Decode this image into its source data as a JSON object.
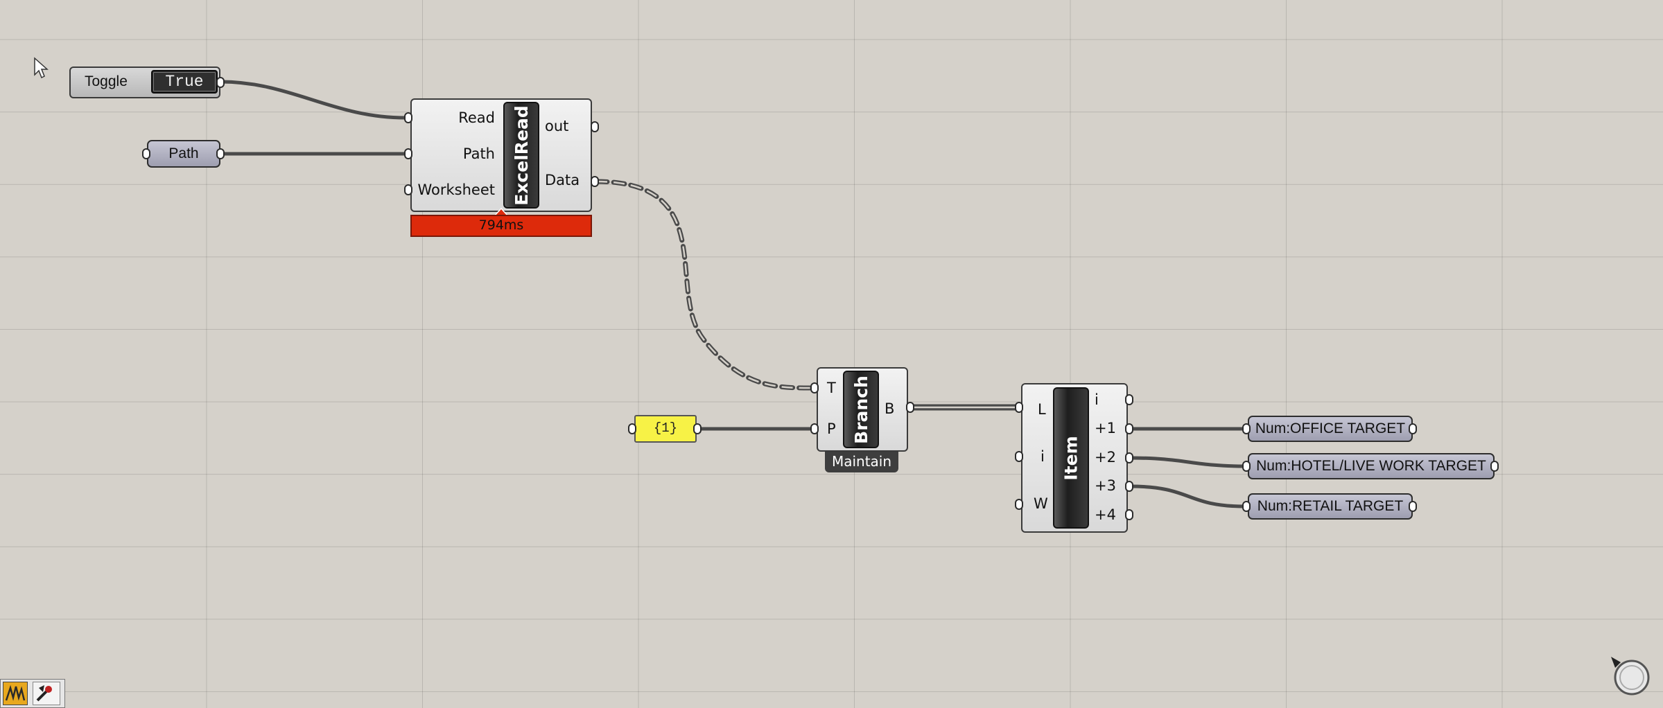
{
  "canvas": {
    "background": "#d5d1ca",
    "grid_color": "#bcb8b1"
  },
  "toggle": {
    "label": "Toggle",
    "value": "True"
  },
  "path_param": {
    "label": "Path"
  },
  "excel_read": {
    "nickname": "ExcelRead",
    "inputs": [
      "Read",
      "Path",
      "Worksheet"
    ],
    "outputs": [
      "out",
      "Data"
    ],
    "timer": "794ms",
    "timer_color": "#dd2a0b"
  },
  "panel": {
    "value": "{1}",
    "color": "#f7f246"
  },
  "branch": {
    "nickname": "Branch",
    "inputs": [
      "T",
      "P"
    ],
    "outputs": [
      "B"
    ],
    "option": "Maintain"
  },
  "list_item": {
    "nickname": "Item",
    "inputs": [
      "L",
      "i",
      "W"
    ],
    "outputs": [
      "i",
      "+1",
      "+2",
      "+3",
      "+4"
    ]
  },
  "number_params": [
    {
      "label": "Num:OFFICE TARGET"
    },
    {
      "label": "Num:HOTEL/LIVE WORK TARGET"
    },
    {
      "label": "Num:RETAIL TARGET"
    }
  ],
  "status_icons": [
    "solver-icon",
    "preview-icon"
  ],
  "navigator": {
    "icon": "navigation-compass-icon"
  }
}
